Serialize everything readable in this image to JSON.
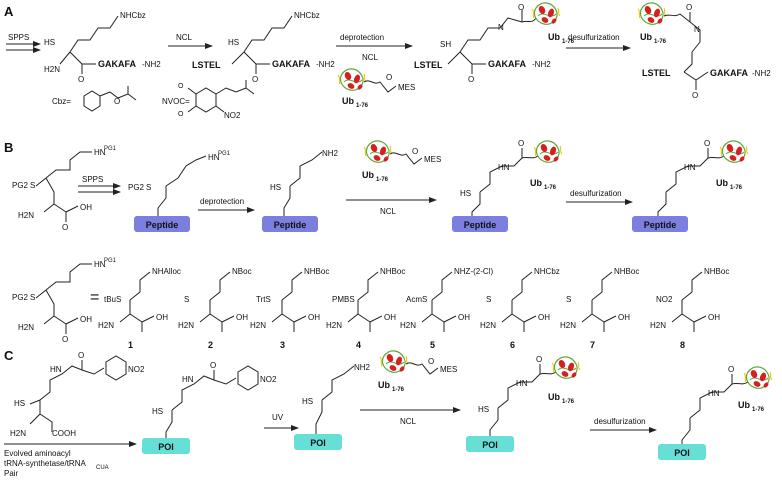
{
  "panels": {
    "A": {
      "letter": "A",
      "reagents": {
        "sps": "SPPS",
        "ncl": "NCL",
        "deprot": "deprotection",
        "ncl2": "NCL",
        "desulf": "desulfurization"
      },
      "groups": {
        "nhcbz": "NHCbz",
        "hs": "HS",
        "h2n": "H2N",
        "peptide_right": "GAKAFA",
        "nh2_suffix": "-NH2",
        "peptide_left": "LSTEL",
        "sh": "SH",
        "ub": "Ub",
        "ub_sub": "1-76",
        "mes": "MES"
      },
      "legend": {
        "cbz": "Cbz=",
        "nvoc": "NVOC=",
        "no2": "NO2",
        "ome": "O"
      }
    },
    "B": {
      "letter": "B",
      "reagents": {
        "sps": "SPPS",
        "deprot": "deprotection",
        "ncl": "NCL",
        "desulf": "desulfurization"
      },
      "groups": {
        "hn_pg1": "HN",
        "pg1": "PG1",
        "pg2s": "PG2",
        "oh": "OH",
        "h2n": "H2N",
        "nh2": "NH2",
        "hs": "HS",
        "peptide": "Peptide",
        "ub": "Ub",
        "ub_sub": "1-76",
        "mes": "MES",
        "hn": "HN"
      },
      "equals": "=",
      "variants": [
        {
          "num": "1",
          "side": "tBuS",
          "amine": "NHAlloc"
        },
        {
          "num": "2",
          "side": "S",
          "amine": "NBoc"
        },
        {
          "num": "3",
          "side": "TrtS",
          "amine": "NHBoc"
        },
        {
          "num": "4",
          "side": "PMBS",
          "amine": "NHBoc"
        },
        {
          "num": "5",
          "side": "AcmS",
          "amine": "NHZ-(2-Cl)"
        },
        {
          "num": "6",
          "side": "S",
          "amine": "NHCbz"
        },
        {
          "num": "7",
          "side": "S",
          "amine": "NHBoc"
        },
        {
          "num": "8",
          "side": "NO2",
          "amine": "NHBoc"
        }
      ]
    },
    "C": {
      "letter": "C",
      "reagents": {
        "uv": "UV",
        "ncl": "NCL",
        "desulf": "desulfurization"
      },
      "groups": {
        "hn": "HN",
        "no2": "NO2",
        "hs": "HS",
        "h2n": "H2N",
        "cooh": "COOH",
        "nh2": "NH2",
        "poi": "POI",
        "ub": "Ub",
        "ub_sub": "1-76",
        "mes": "MES"
      },
      "note_lines": [
        "Evolved aminoacyl",
        "tRNA-synthetase/tRNA",
        "Pair"
      ],
      "note_sub": "CUA"
    }
  },
  "colors": {
    "peptide_box": "#7b7fe0",
    "poi_box": "#66e0d6",
    "protein_red": "#d42020",
    "protein_green": "#5fa83a",
    "ink": "#222222"
  }
}
